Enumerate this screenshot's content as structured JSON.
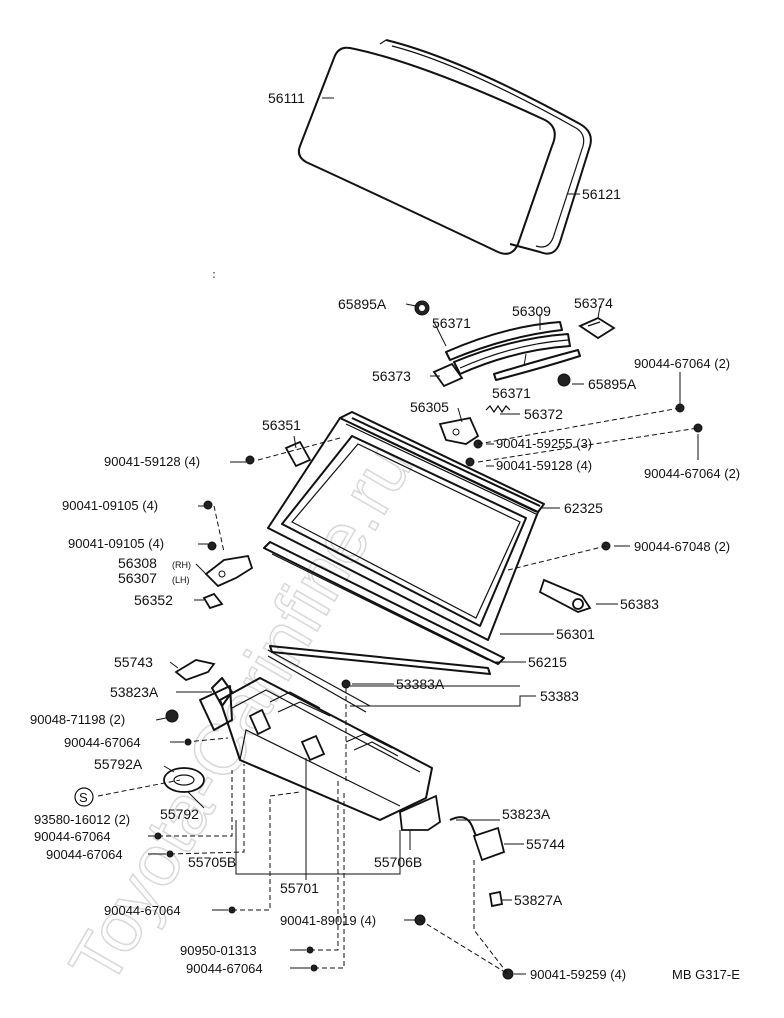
{
  "watermark": "Toyota-Carinfine.ru",
  "diagram_code": "MB G317-E",
  "parts": {
    "glass": "56111",
    "weatherstrip": "56121",
    "retainer_top": "65895A",
    "retainer_right": "65895A",
    "seal_upper": "56371",
    "seal_lower": "56371",
    "garnish": "56309",
    "cap": "56374",
    "pad": "56373",
    "hinge": "56305",
    "spring": "56372",
    "bracket": "56351",
    "frame": "56301",
    "seal_strip": "62325",
    "stay": "56383",
    "lower_seal": "56215",
    "hinge_rh": "56308",
    "hinge_rh_side": "(RH)",
    "hinge_lh": "56307",
    "hinge_lh_side": "(LH)",
    "plate": "56352",
    "bolt_59128_left": "90041-59128 (4)",
    "bolt_09105_a": "90041-09105 (4)",
    "bolt_09105_b": "90041-09105 (4)",
    "bolt_59255": "90041-59255 (3)",
    "bolt_59128_right": "90041-59128 (4)",
    "screw_67064_top": "90044-67064 (2)",
    "screw_67064_mid": "90044-67064 (2)",
    "screw_67048": "90044-67048 (2)",
    "lock_lever": "55743",
    "lock_a": "53823A",
    "lock_b": "53823A",
    "hood_cushion_a": "53383A",
    "hood_cushion": "53383",
    "clip_71198": "90048-71198 (2)",
    "screw_67064_l1": "90044-67064",
    "grommet_a": "55792A",
    "grommet": "55792",
    "plug": "93580-16012 (2)",
    "plug_symbol": "S",
    "screw_67064_l2": "90044-67064",
    "screw_67064_l3": "90044-67064",
    "panel_l": "55705B",
    "panel": "55701",
    "panel_r": "55706B",
    "latch": "55744",
    "latch_pin": "53827A",
    "screw_67064_b1": "90044-67064",
    "bolt_89019": "90041-89019 (4)",
    "washer_01313": "90950-01313",
    "screw_67064_b2": "90044-67064",
    "bolt_59259": "90041-59259 (4)"
  }
}
